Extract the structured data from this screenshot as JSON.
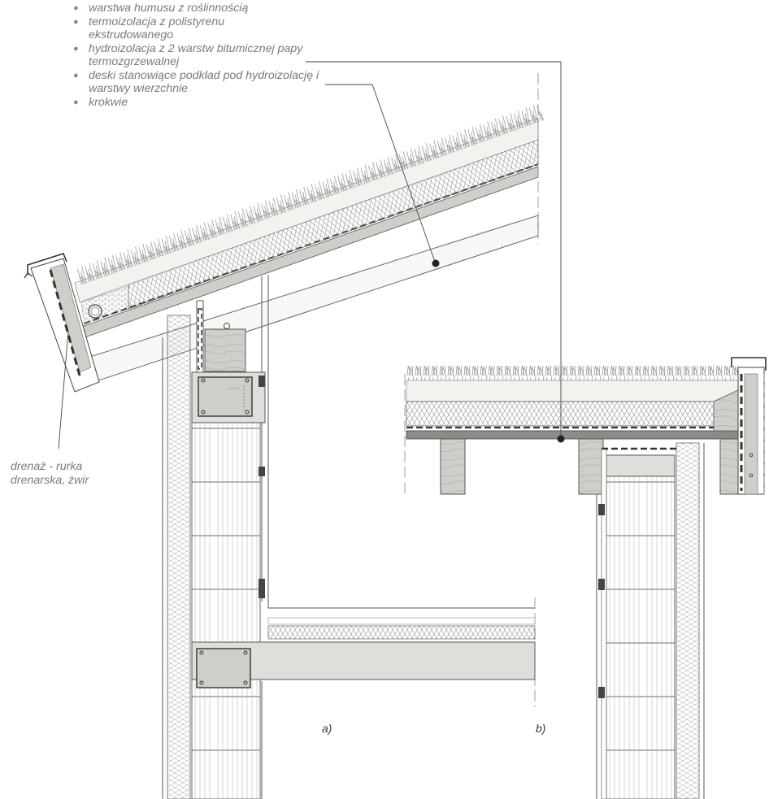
{
  "legend": {
    "items": [
      {
        "label": "warstwa humusu z roślinnością"
      },
      {
        "label": "termoizolacja z polistyrenu ekstrudowanego"
      },
      {
        "label": "hydroizolacja z 2 warstw bitumicznej papy termozgrzewalnej"
      },
      {
        "label": "deski stanowiące podkład pod hydroizolację i warstwy wierzchnie"
      },
      {
        "label": "krokwie"
      }
    ]
  },
  "annotations": {
    "drainage": "drenaż - rurka drenarska, żwir"
  },
  "figures": {
    "a": "a)",
    "b": "b)"
  },
  "colors": {
    "line": "#555555",
    "wood": "#cfcfc9",
    "wood_dark": "#8c8c86",
    "grass": "#8a8a8a",
    "membrane": "#3a3a3a",
    "leader": "#444444",
    "dot": "#222222"
  }
}
